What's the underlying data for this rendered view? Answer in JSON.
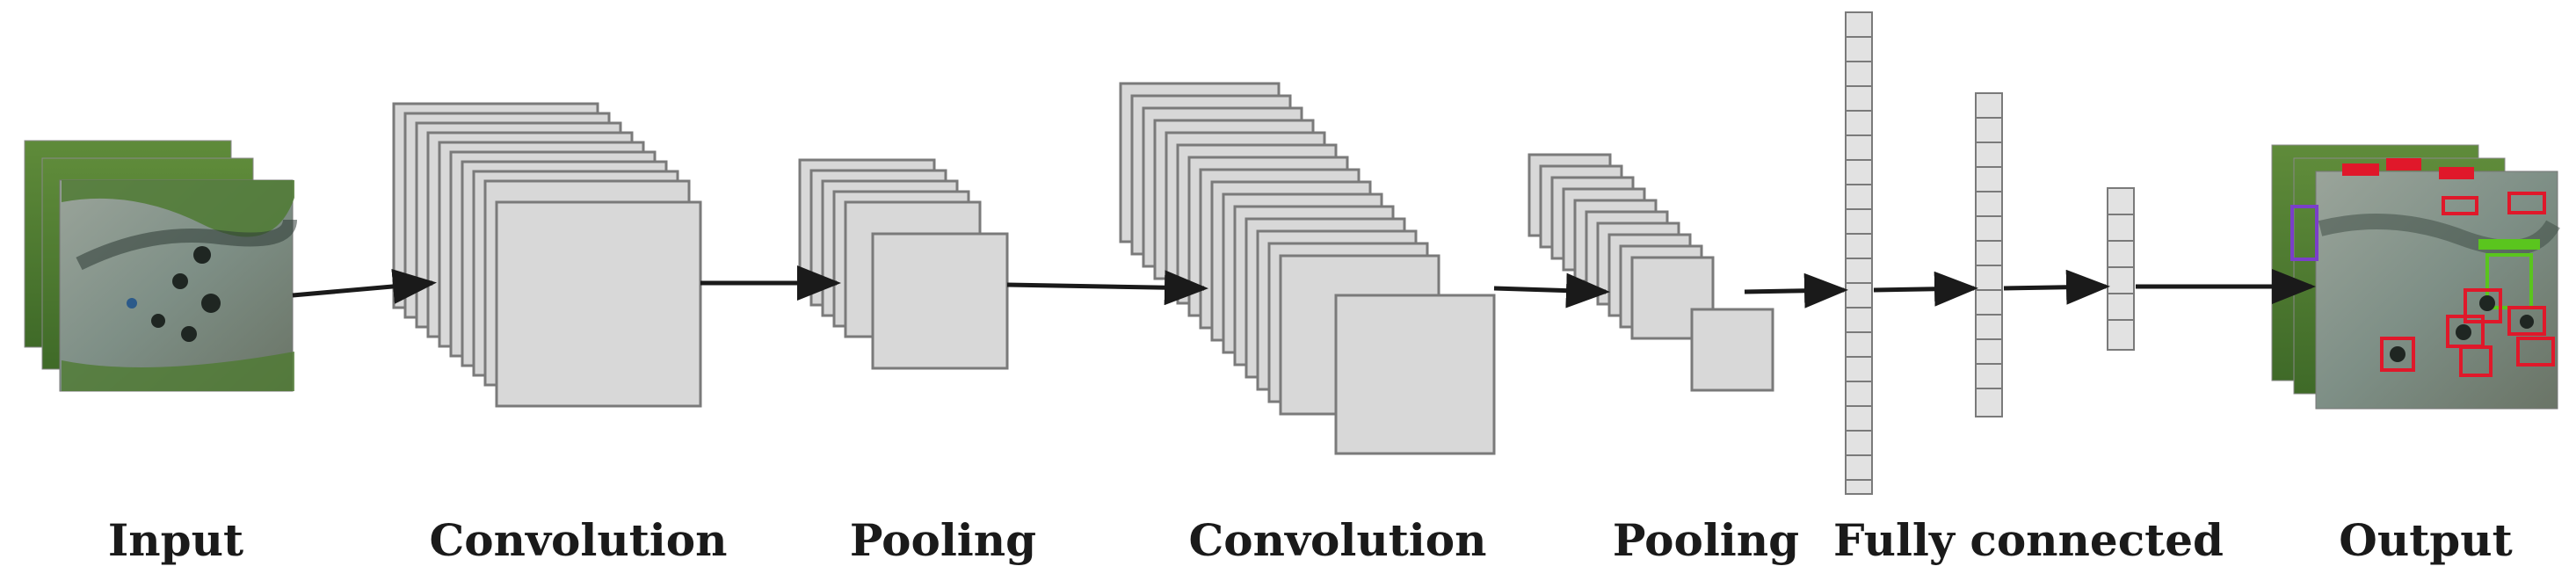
{
  "stages": [
    {
      "id": "input",
      "label": "Input"
    },
    {
      "id": "conv1",
      "label": "Convolution"
    },
    {
      "id": "pool1",
      "label": "Pooling"
    },
    {
      "id": "conv2",
      "label": "Convolution"
    },
    {
      "id": "pool2",
      "label": "Pooling"
    },
    {
      "id": "fc",
      "label": "Fully connected"
    },
    {
      "id": "output",
      "label": "Output"
    }
  ],
  "colors": {
    "feature_map_fill": "#d8d8d8",
    "feature_map_stroke": "#7a7a7a",
    "arrow": "#1a1a1a",
    "detection_box": "#e0182a",
    "detection_box_alt_green": "#5ac51e",
    "detection_box_alt_purple": "#7a3fc8",
    "photo_rock": "#7e8f86",
    "photo_vegetation": "#4f7a32"
  }
}
